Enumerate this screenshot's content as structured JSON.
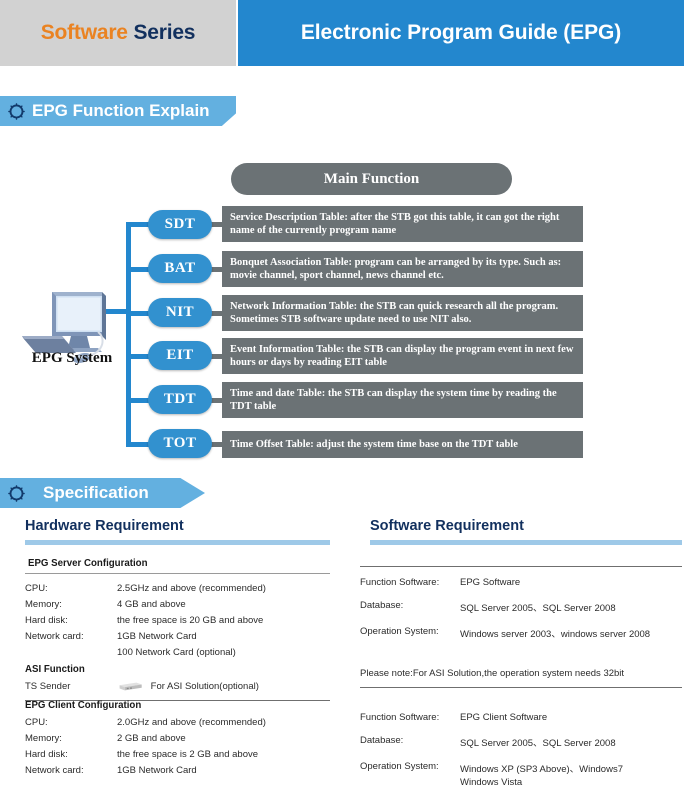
{
  "header": {
    "left_word1": "Software",
    "left_word2": "Series",
    "right_title": "Electronic Program Guide (EPG)"
  },
  "banners": {
    "epg_function": "EPG Function Explain",
    "specification": "Specification"
  },
  "diagram": {
    "main_function_title": "Main Function",
    "system_label": "EPG System",
    "items": [
      {
        "tag": "SDT",
        "desc": "Service Description Table: after the STB got this table, it can got the right name of the currently program name"
      },
      {
        "tag": "BAT",
        "desc": "Bonquet Association Table: program can be arranged by its type. Such as: movie channel, sport channel, news channel etc."
      },
      {
        "tag": "NIT",
        "desc": "Network Information Table: the STB can quick research all the program. Sometimes STB software update need to use NIT also."
      },
      {
        "tag": "EIT",
        "desc": "Event Information Table: the STB can display the program event in next few hours or days by reading EIT table"
      },
      {
        "tag": "TDT",
        "desc": "Time and date Table: the STB can display the system time by reading the TDT table"
      },
      {
        "tag": "TOT",
        "desc": "Time Offset Table: adjust the system time base on the TDT table"
      }
    ]
  },
  "hardware": {
    "title": "Hardware Requirement",
    "server": {
      "heading": "EPG Server Configuration",
      "rows": [
        {
          "key": "CPU:",
          "value": "2.5GHz and above (recommended)"
        },
        {
          "key": "Memory:",
          "value": "4 GB and above"
        },
        {
          "key": "Hard disk:",
          "value": "the free space is 20 GB and above"
        },
        {
          "key": "Network card:",
          "value": "1GB Network Card"
        },
        {
          "key": "",
          "value": "100 Network Card (optional)"
        }
      ],
      "asi_heading": "ASI Function",
      "asi_key": "TS Sender",
      "asi_value": "For ASI Solution(optional)"
    },
    "client": {
      "heading": "EPG Client Configuration",
      "rows": [
        {
          "key": "CPU:",
          "value": "2.0GHz and above (recommended)"
        },
        {
          "key": "Memory:",
          "value": "2 GB and above"
        },
        {
          "key": "Hard disk:",
          "value": "the free space is 2 GB and above"
        },
        {
          "key": "Network card:",
          "value": "1GB Network Card"
        }
      ]
    }
  },
  "software": {
    "title": "Software Requirement",
    "server": {
      "rows": [
        {
          "key": "Function Software:",
          "value": "EPG Software"
        },
        {
          "key": "Database:",
          "value": "SQL Server 2005、SQL Server 2008"
        },
        {
          "key": "Operation System:",
          "value": "Windows server 2003、windows server 2008"
        }
      ]
    },
    "note": "Please note:For ASI Solution,the operation system needs 32bit",
    "client": {
      "rows": [
        {
          "key": "Function Software:",
          "value": "EPG Client Software"
        },
        {
          "key": "Database:",
          "value": "SQL Server 2005、SQL Server 2008"
        },
        {
          "key": "Operation System:",
          "value": "Windows XP (SP3 Above)、Windows7"
        },
        {
          "key": "",
          "value": "Windows Vista"
        }
      ]
    }
  },
  "icons": {
    "gear_left": "gear-icon",
    "gear_spec": "gear-icon",
    "computer": "desktop-computer-icon",
    "ts_sender": "rack-device-icon"
  },
  "colors": {
    "header_blue": "#2387ce",
    "header_gray": "#d2d2d2",
    "orange": "#ea8322",
    "navy": "#12305e",
    "banner_blue": "#63b0e0",
    "pill_blue": "#3291cf",
    "desc_gray": "#6b7275",
    "rule_blue": "#9ec9e8"
  }
}
